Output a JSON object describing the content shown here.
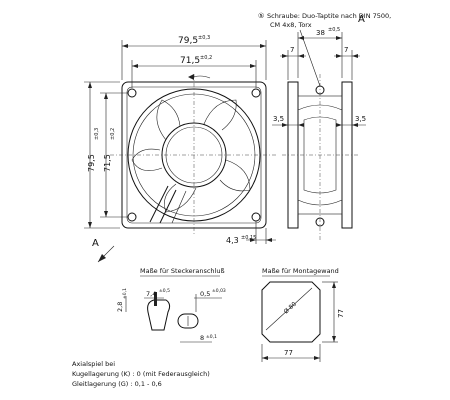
{
  "note_number": "⑤",
  "note_line1": "Schraube: Duo-Taptite nach DIN 7500,",
  "note_line2": "CM 4x8, Torx",
  "view_marker": "A",
  "dims": {
    "outer_width": "79,5",
    "outer_width_tol": "±0,3",
    "hole_pitch": "71,5",
    "hole_pitch_tol": "±0,2",
    "side_height_outer": "79,5",
    "side_height_outer_tol": "±0,3",
    "side_height_pitch": "71,5",
    "side_height_pitch_tol": "±0,2",
    "depth": "4,3",
    "depth_tol": "±0,15",
    "fan_depth": "38",
    "fan_depth_tol": "±0,5",
    "flange_left": "7",
    "flange_right": "7",
    "gap_left": "3,5",
    "gap_right": "3,5"
  },
  "connector": {
    "title": "Maße für Steckeranschluß",
    "d1": "7,4",
    "d1_tol": "±0,5",
    "d2": "0,5",
    "d2_tol": "±0,03",
    "d3": "2,8",
    "d3_tol": "±0,1",
    "d4": "8",
    "d4_tol": "±0,1"
  },
  "mounting": {
    "title": "Maße für Montagewand",
    "width": "77",
    "height": "77",
    "diameter": "Ø 80"
  },
  "axial": {
    "title": "Axialspiel bei",
    "line1": "Kugellagerung (K) :  0 (mit Federausgleich)",
    "line2": "Gleitlagerung (G) :  0,1 - 0,6"
  }
}
